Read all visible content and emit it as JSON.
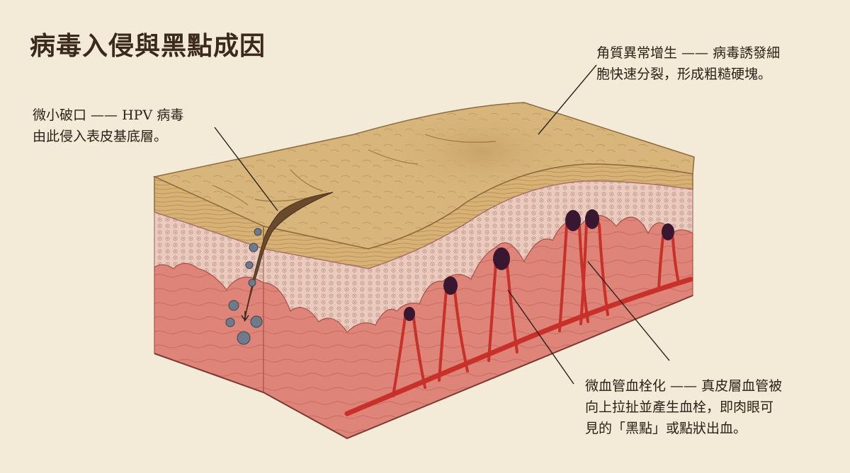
{
  "title": "病毒入侵與黑點成因",
  "labels": {
    "hpv_entry": [
      "微小破口 —— HPV 病毒",
      "由此侵入表皮基底層。"
    ],
    "keratin": [
      "角質異常增生 —— 病毒誘發細",
      "胞快速分裂，形成粗糙硬塊。"
    ],
    "capillary": [
      "微血管血栓化 —— 真皮層血管被",
      "向上拉扯並產生血栓，即肉眼可",
      "見的「黑點」或點狀出血。"
    ]
  },
  "colors": {
    "background": "#f3ead8",
    "stratum_corneum": "#d9b476",
    "epidermis": "#e8c2b6",
    "dermis": "#dd7f72",
    "blood_vessel": "#c8302a",
    "thrombus": "#3a1730",
    "virus": "#6f7b8a"
  }
}
